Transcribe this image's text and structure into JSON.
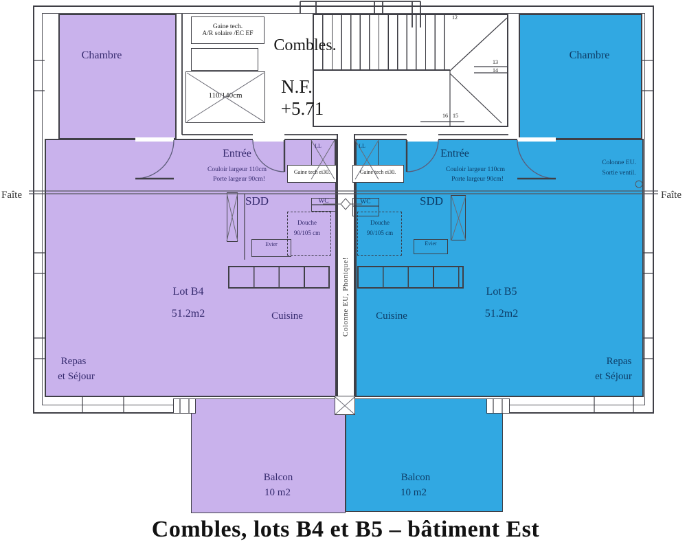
{
  "title": "Combles, lots B4 et B5 – bâtiment Est",
  "colors": {
    "lot_b4_fill": "#c9b2ec",
    "lot_b5_fill": "#31a8e2",
    "wall_line": "#3f3f46"
  },
  "common": {
    "combles": "Combles.",
    "nf": "N.F.",
    "level": "+5.71",
    "gaine_tech_1": "Gaine tech.",
    "gaine_tech_2": "A/R solaire /EC EF",
    "trappe": "110/140cm",
    "faite_left": "Faîte",
    "faite_right": "Faîte",
    "colonne_phonique": "Colonne EU, Phonique!",
    "colonne_eu_1": "Colonne EU.",
    "colonne_eu_2": "Sortie ventil."
  },
  "stairs": {
    "n12": "12",
    "n13": "13",
    "n14": "14",
    "n15": "15",
    "n16": "16"
  },
  "lot_b4": {
    "chambre": "Chambre",
    "entree": "Entrée",
    "couloir_1": "Couloir largeur 110cm",
    "couloir_2": "Porte largeur 90cm!",
    "ll": "LL",
    "gaine_ei30": "Gaine tech ei30.",
    "sdd": "SDD",
    "wc": "WC",
    "douche_1": "Douche",
    "douche_2": "90/105 cm",
    "evier": "Evier",
    "lot": "Lot B4",
    "area": "51.2m2",
    "cuisine": "Cuisine",
    "repas_1": "Repas",
    "repas_2": "et Séjour",
    "balcon": "Balcon",
    "balcon_area": "10 m2"
  },
  "lot_b5": {
    "chambre": "Chambre",
    "entree": "Entrée",
    "couloir_1": "Couloir largeur 110cm",
    "couloir_2": "Porte largeur 90cm!",
    "ll": "LL",
    "gaine_ei30": "Gaine tech ei30.",
    "sdd": "SDD",
    "wc": "WC",
    "douche_1": "Douche",
    "douche_2": "90/105 cm",
    "evier": "Evier",
    "lot": "Lot B5",
    "area": "51.2m2",
    "cuisine": "Cuisine",
    "repas_1": "Repas",
    "repas_2": "et Séjour",
    "balcon": "Balcon",
    "balcon_area": "10 m2"
  }
}
